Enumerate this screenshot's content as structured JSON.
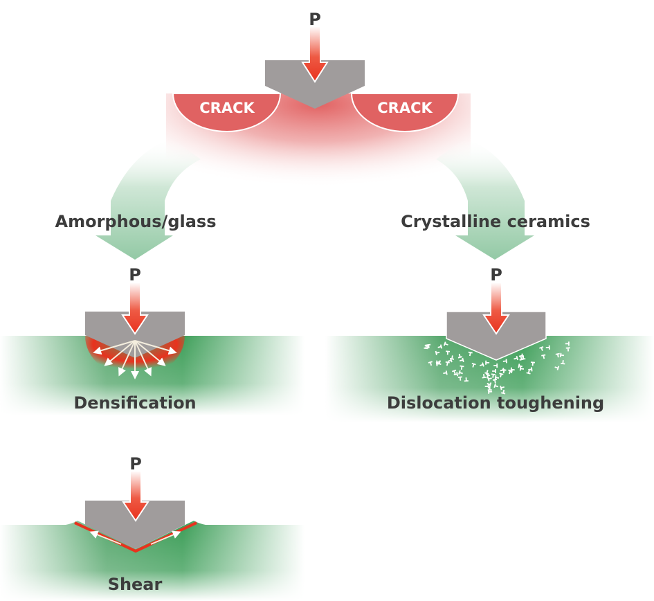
{
  "title": "Indentation response of amorphous vs crystalline ceramics",
  "load_symbol": "P",
  "top": {
    "crack_left": "CRACK",
    "crack_right": "CRACK"
  },
  "branches": {
    "left": "Amorphous/glass",
    "right": "Crystalline ceramics"
  },
  "mechanisms": {
    "densification": "Densification",
    "dislocation": "Dislocation toughening",
    "shear": "Shear"
  },
  "colors": {
    "indenter": "#a09c9c",
    "arrow_red": "#e8321e",
    "crack_red": "#e06262",
    "substrate_green": "#3f9f5a",
    "branch_green": "#9fd0b0",
    "text": "#3c3c3c"
  }
}
